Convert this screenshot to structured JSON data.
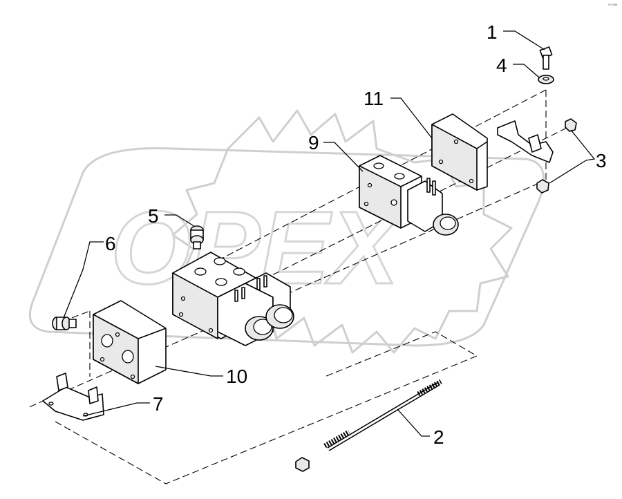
{
  "diagram": {
    "corner_mark": "°⁰ ººº",
    "watermark_text": "OPEX",
    "callouts": [
      {
        "id": "1",
        "label": "1"
      },
      {
        "id": "4",
        "label": "4"
      },
      {
        "id": "11",
        "label": "11"
      },
      {
        "id": "3",
        "label": "3"
      },
      {
        "id": "9",
        "label": "9"
      },
      {
        "id": "5",
        "label": "5"
      },
      {
        "id": "6",
        "label": "6"
      },
      {
        "id": "10",
        "label": "10"
      },
      {
        "id": "7",
        "label": "7"
      },
      {
        "id": "2",
        "label": "2"
      }
    ]
  }
}
